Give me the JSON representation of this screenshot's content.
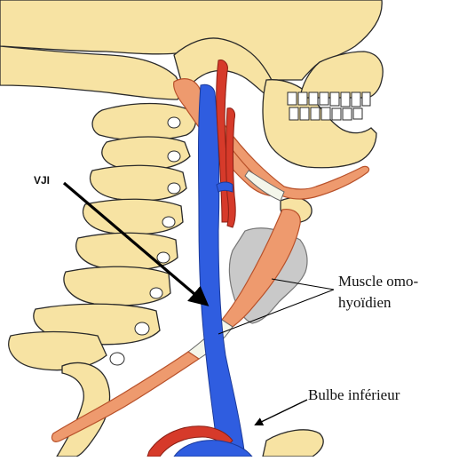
{
  "labels": {
    "vji": "VJI",
    "omohyoid_line1": "Muscle omo-",
    "omohyoid_line2": "hyoïdien",
    "bulbe": "Bulbe inférieur"
  },
  "colors": {
    "bone": "#f7e3a3",
    "bone_outline": "#2a2a2a",
    "vein": "#2f5de0",
    "artery": "#d63a2a",
    "muscle": "#ee9a6e",
    "muscle_stripe": "#b8512a",
    "tendon": "#f4f6ea",
    "cartilage": "#c9c9c9",
    "arrow": "#000000"
  }
}
